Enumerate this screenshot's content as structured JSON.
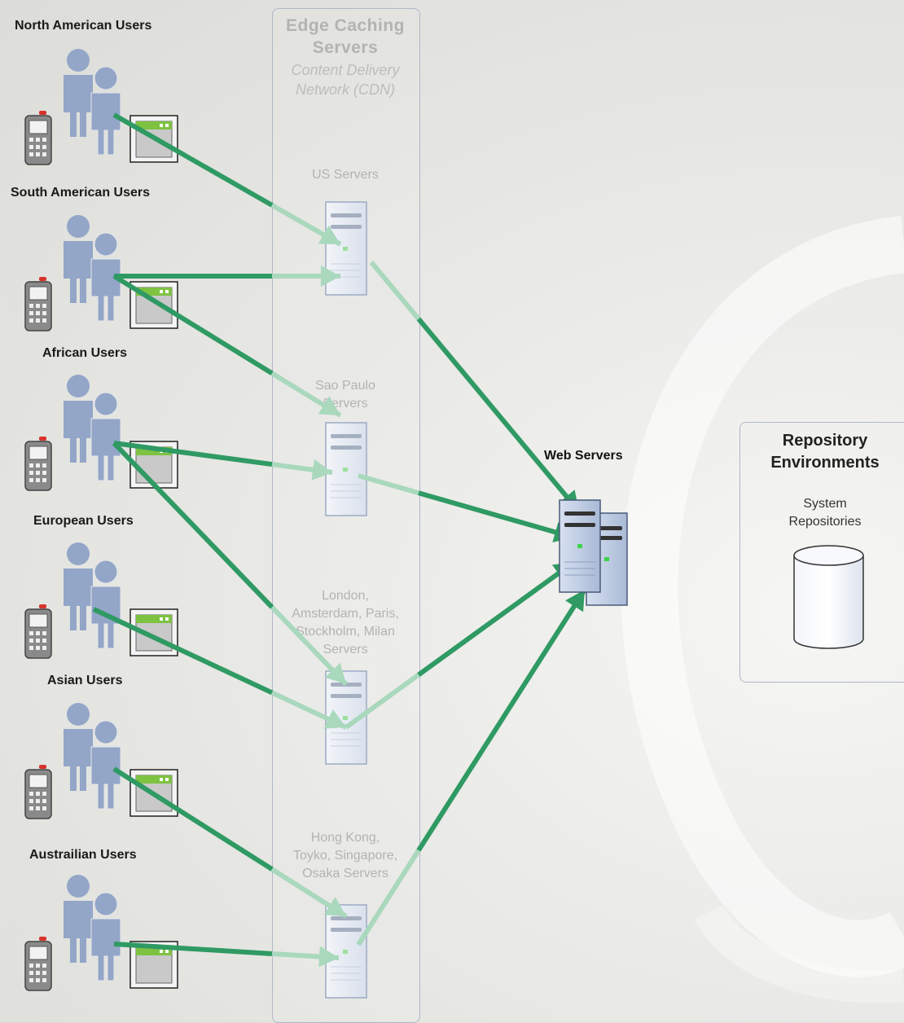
{
  "user_groups": [
    {
      "label": "North American Users"
    },
    {
      "label": "South American Users"
    },
    {
      "label": "African Users"
    },
    {
      "label": "European Users"
    },
    {
      "label": "Asian Users"
    },
    {
      "label": "Austrailian Users"
    }
  ],
  "cdn": {
    "title_line1": "Edge Caching",
    "title_line2": "Servers",
    "subtitle_line1": "Content Delivery",
    "subtitle_line2": "Network (CDN)"
  },
  "edge_servers": [
    {
      "lines": [
        "US Servers"
      ]
    },
    {
      "lines": [
        "Sao Paulo",
        "Servers"
      ]
    },
    {
      "lines": [
        "London,",
        "Amsterdam, Paris,",
        "Stockholm, Milan",
        "Servers"
      ]
    },
    {
      "lines": [
        "Hong Kong,",
        "Toyko, Singapore,",
        "Osaka Servers"
      ]
    }
  ],
  "web_servers": {
    "label": "Web Servers"
  },
  "repository": {
    "title_line1": "Repository",
    "title_line2": "Environments",
    "sub_line1": "System",
    "sub_line2": "Repositories"
  },
  "colors": {
    "arrow": "#2f9a63",
    "arrow_faded": "#a9d8bd",
    "user": "#93a6c8",
    "server_face": "#e6ecf6",
    "server_edge": "#8fa0bf",
    "web_server_face": "#bfcde3"
  }
}
